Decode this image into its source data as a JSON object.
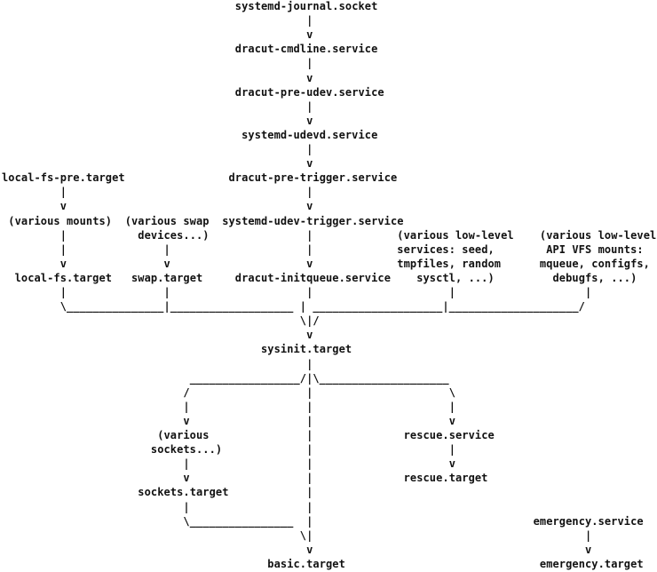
{
  "nodes": [
    {
      "id": "systemd-journal-socket",
      "label": "systemd-journal.socket",
      "row": 0,
      "col": 36
    },
    {
      "id": "dracut-cmdline-service",
      "label": "dracut-cmdline.service",
      "row": 3,
      "col": 36
    },
    {
      "id": "dracut-pre-udev-service",
      "label": "dracut-pre-udev.service",
      "row": 6,
      "col": 36
    },
    {
      "id": "systemd-udevd-service",
      "label": "systemd-udevd.service",
      "row": 9,
      "col": 37
    },
    {
      "id": "local-fs-pre-target",
      "label": "local-fs-pre.target",
      "row": 12,
      "col": 0
    },
    {
      "id": "dracut-pre-trigger-service",
      "label": "dracut-pre-trigger.service",
      "row": 12,
      "col": 35
    },
    {
      "id": "various-mounts",
      "label": "(various mounts)",
      "row": 15,
      "col": 1
    },
    {
      "id": "various-swap-1",
      "label": "(various swap",
      "row": 15,
      "col": 19
    },
    {
      "id": "systemd-udev-trigger-service",
      "label": "systemd-udev-trigger.service",
      "row": 15,
      "col": 34
    },
    {
      "id": "various-swap-2",
      "label": "devices...)",
      "row": 16,
      "col": 21
    },
    {
      "id": "low-level-services-1",
      "label": "(various low-level",
      "row": 16,
      "col": 61
    },
    {
      "id": "api-vfs-1",
      "label": "(various low-level",
      "row": 16,
      "col": 83
    },
    {
      "id": "low-level-services-2",
      "label": "services: seed,",
      "row": 17,
      "col": 61
    },
    {
      "id": "api-vfs-2",
      "label": "API VFS mounts:",
      "row": 17,
      "col": 84
    },
    {
      "id": "low-level-services-3",
      "label": "tmpfiles, random",
      "row": 18,
      "col": 61
    },
    {
      "id": "api-vfs-3",
      "label": "mqueue, configfs,",
      "row": 18,
      "col": 83
    },
    {
      "id": "local-fs-target",
      "label": "local-fs.target",
      "row": 19,
      "col": 2
    },
    {
      "id": "swap-target",
      "label": "swap.target",
      "row": 19,
      "col": 20
    },
    {
      "id": "dracut-initqueue-service",
      "label": "dracut-initqueue.service",
      "row": 19,
      "col": 36
    },
    {
      "id": "low-level-services-4",
      "label": "sysctl, ...)",
      "row": 19,
      "col": 64
    },
    {
      "id": "api-vfs-4",
      "label": "debugfs, ...)",
      "row": 19,
      "col": 85
    },
    {
      "id": "sysinit-target",
      "label": "sysinit.target",
      "row": 24,
      "col": 40
    },
    {
      "id": "various-sockets-1",
      "label": "(various",
      "row": 30,
      "col": 24
    },
    {
      "id": "rescue-service",
      "label": "rescue.service",
      "row": 30,
      "col": 62
    },
    {
      "id": "various-sockets-2",
      "label": "sockets...)",
      "row": 31,
      "col": 23
    },
    {
      "id": "rescue-target",
      "label": "rescue.target",
      "row": 33,
      "col": 62
    },
    {
      "id": "sockets-target",
      "label": "sockets.target",
      "row": 34,
      "col": 21
    },
    {
      "id": "emergency-service",
      "label": "emergency.service",
      "row": 36,
      "col": 82
    },
    {
      "id": "basic-target",
      "label": "basic.target",
      "row": 39,
      "col": 41
    },
    {
      "id": "emergency-target",
      "label": "emergency.target",
      "row": 39,
      "col": 83
    }
  ],
  "connectors": [
    {
      "row": 1,
      "col": 47,
      "glyph": "|"
    },
    {
      "row": 2,
      "col": 47,
      "glyph": "v"
    },
    {
      "row": 4,
      "col": 47,
      "glyph": "|"
    },
    {
      "row": 5,
      "col": 47,
      "glyph": "v"
    },
    {
      "row": 7,
      "col": 47,
      "glyph": "|"
    },
    {
      "row": 8,
      "col": 47,
      "glyph": "v"
    },
    {
      "row": 10,
      "col": 47,
      "glyph": "|"
    },
    {
      "row": 11,
      "col": 47,
      "glyph": "v"
    },
    {
      "row": 13,
      "col": 9,
      "glyph": "|"
    },
    {
      "row": 13,
      "col": 47,
      "glyph": "|"
    },
    {
      "row": 14,
      "col": 9,
      "glyph": "v"
    },
    {
      "row": 14,
      "col": 47,
      "glyph": "v"
    },
    {
      "row": 16,
      "col": 9,
      "glyph": "|"
    },
    {
      "row": 16,
      "col": 47,
      "glyph": "|"
    },
    {
      "row": 17,
      "col": 9,
      "glyph": "|"
    },
    {
      "row": 17,
      "col": 25,
      "glyph": "|"
    },
    {
      "row": 17,
      "col": 47,
      "glyph": "|"
    },
    {
      "row": 18,
      "col": 9,
      "glyph": "v"
    },
    {
      "row": 18,
      "col": 25,
      "glyph": "v"
    },
    {
      "row": 18,
      "col": 47,
      "glyph": "v"
    },
    {
      "row": 20,
      "col": 9,
      "glyph": "|"
    },
    {
      "row": 20,
      "col": 25,
      "glyph": "|"
    },
    {
      "row": 20,
      "col": 47,
      "glyph": "|"
    },
    {
      "row": 20,
      "col": 69,
      "glyph": "|"
    },
    {
      "row": 20,
      "col": 90,
      "glyph": "|"
    },
    {
      "row": 21,
      "col": 9,
      "glyph": "\\_______________|___________________ | ____________________|____________________/"
    },
    {
      "row": 22,
      "col": 46,
      "glyph": "\\|/"
    },
    {
      "row": 23,
      "col": 47,
      "glyph": "v"
    },
    {
      "row": 25,
      "col": 47,
      "glyph": "|"
    },
    {
      "row": 26,
      "col": 29,
      "glyph": "_________________/|\\____________________"
    },
    {
      "row": 27,
      "col": 28,
      "glyph": "/"
    },
    {
      "row": 27,
      "col": 47,
      "glyph": "|"
    },
    {
      "row": 27,
      "col": 69,
      "glyph": "\\"
    },
    {
      "row": 28,
      "col": 28,
      "glyph": "|"
    },
    {
      "row": 28,
      "col": 47,
      "glyph": "|"
    },
    {
      "row": 28,
      "col": 69,
      "glyph": "|"
    },
    {
      "row": 29,
      "col": 28,
      "glyph": "v"
    },
    {
      "row": 29,
      "col": 47,
      "glyph": "|"
    },
    {
      "row": 29,
      "col": 69,
      "glyph": "v"
    },
    {
      "row": 30,
      "col": 47,
      "glyph": "|"
    },
    {
      "row": 31,
      "col": 47,
      "glyph": "|"
    },
    {
      "row": 31,
      "col": 69,
      "glyph": "|"
    },
    {
      "row": 32,
      "col": 28,
      "glyph": "|"
    },
    {
      "row": 32,
      "col": 47,
      "glyph": "|"
    },
    {
      "row": 32,
      "col": 69,
      "glyph": "v"
    },
    {
      "row": 33,
      "col": 28,
      "glyph": "v"
    },
    {
      "row": 33,
      "col": 47,
      "glyph": "|"
    },
    {
      "row": 34,
      "col": 47,
      "glyph": "|"
    },
    {
      "row": 35,
      "col": 28,
      "glyph": "|"
    },
    {
      "row": 35,
      "col": 47,
      "glyph": "|"
    },
    {
      "row": 36,
      "col": 28,
      "glyph": "\\________________"
    },
    {
      "row": 36,
      "col": 47,
      "glyph": "|"
    },
    {
      "row": 37,
      "col": 46,
      "glyph": "\\|"
    },
    {
      "row": 37,
      "col": 90,
      "glyph": "|"
    },
    {
      "row": 38,
      "col": 47,
      "glyph": "v"
    },
    {
      "row": 38,
      "col": 90,
      "glyph": "v"
    }
  ]
}
